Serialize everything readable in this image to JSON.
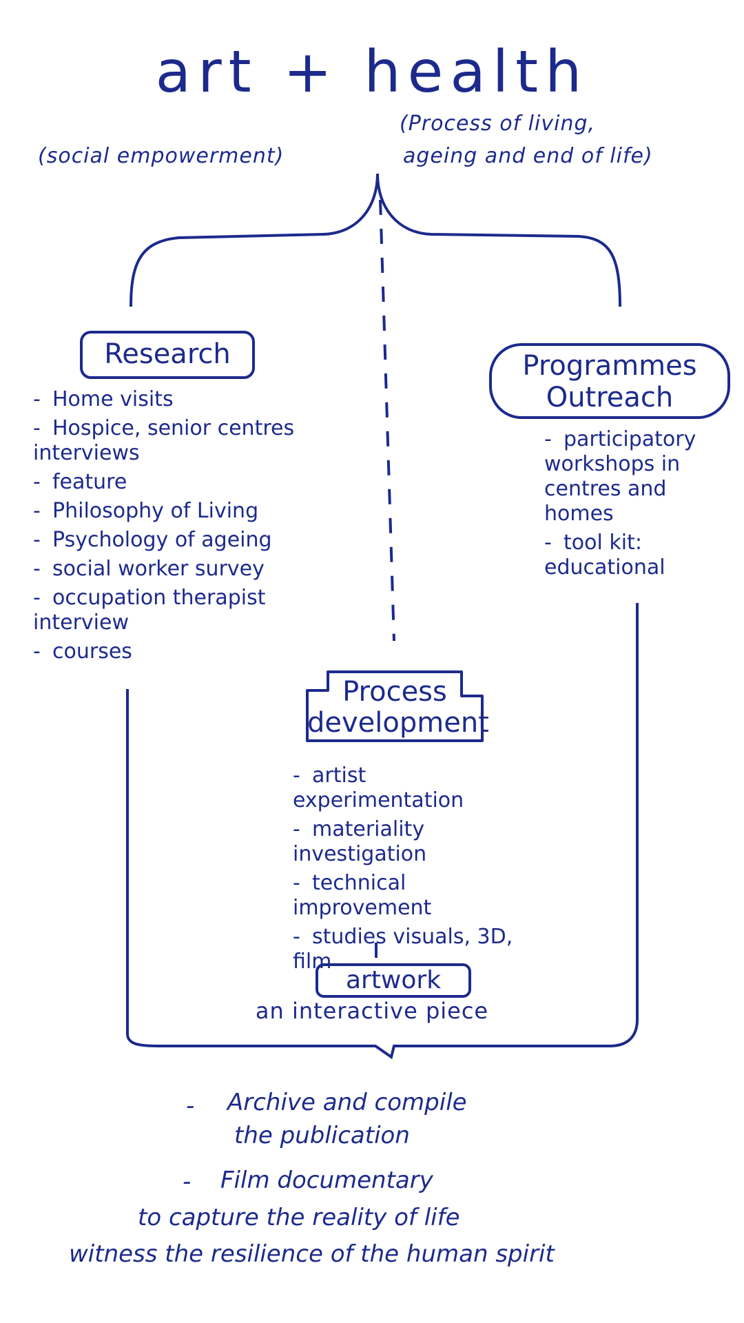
{
  "title": "art + health",
  "subtitles": {
    "left": "(social empowerment)",
    "right_line1": "(Process of living,",
    "right_line2": "ageing and end of life)"
  },
  "research": {
    "label": "Research",
    "items": [
      "Home visits",
      "Hospice, senior centres interviews",
      "feature",
      "Philosophy of Living",
      "Psychology of ageing",
      "social worker survey",
      "occupation therapist interview",
      "courses"
    ]
  },
  "programmes": {
    "label_line1": "Programmes",
    "label_line2": "Outreach",
    "items": [
      "participatory workshops in centres and homes",
      "tool kit: educational"
    ]
  },
  "process": {
    "label_line1": "Process",
    "label_line2": "development",
    "items": [
      "artist experimentation",
      "materiality investigation",
      "technical improvement",
      "studies visuals, 3D, film"
    ]
  },
  "artwork": {
    "label": "artwork",
    "caption": "an interactive piece"
  },
  "outcomes": {
    "item1_line1": "Archive and compile",
    "item1_line2": "the publication",
    "item2_line1": "Film documentary",
    "item2_line2": "to capture the reality of life",
    "item2_line3": "witness the resilience of the human spirit"
  },
  "colors": {
    "ink": "#1c2a8c",
    "background": "#ffffff"
  }
}
